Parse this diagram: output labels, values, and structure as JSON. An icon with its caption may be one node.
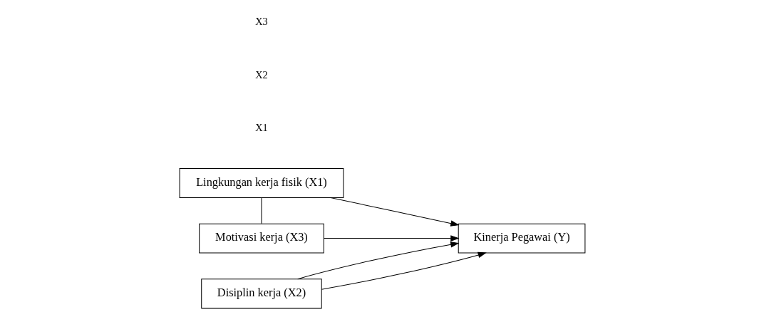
{
  "diagram": {
    "nodes": [
      {
        "text": [
          "Lingkungan kerja fisik (X1)"
        ]
      },
      {
        "text": [
          "Disiplin kerja (X2)"
        ]
      },
      {
        "text": [
          "Motivasi kerja (X3)"
        ]
      },
      {
        "text": [
          "Kinerja Pegawai (Y)"
        ]
      }
    ],
    "edges": [
      {
        "from": 0,
        "to": 3,
        "arrow": "to"
      },
      {
        "from": 1,
        "to": 3,
        "arrow": "to"
      },
      {
        "from": 2,
        "to": 3,
        "arrow": "to"
      },
      {
        "from": 0,
        "to": 2,
        "arrow": "none"
      },
      {
        "from": 1,
        "to": 3,
        "arrow": "to"
      }
    ],
    "labels": [
      "X1",
      "X2",
      "X3"
    ]
  }
}
